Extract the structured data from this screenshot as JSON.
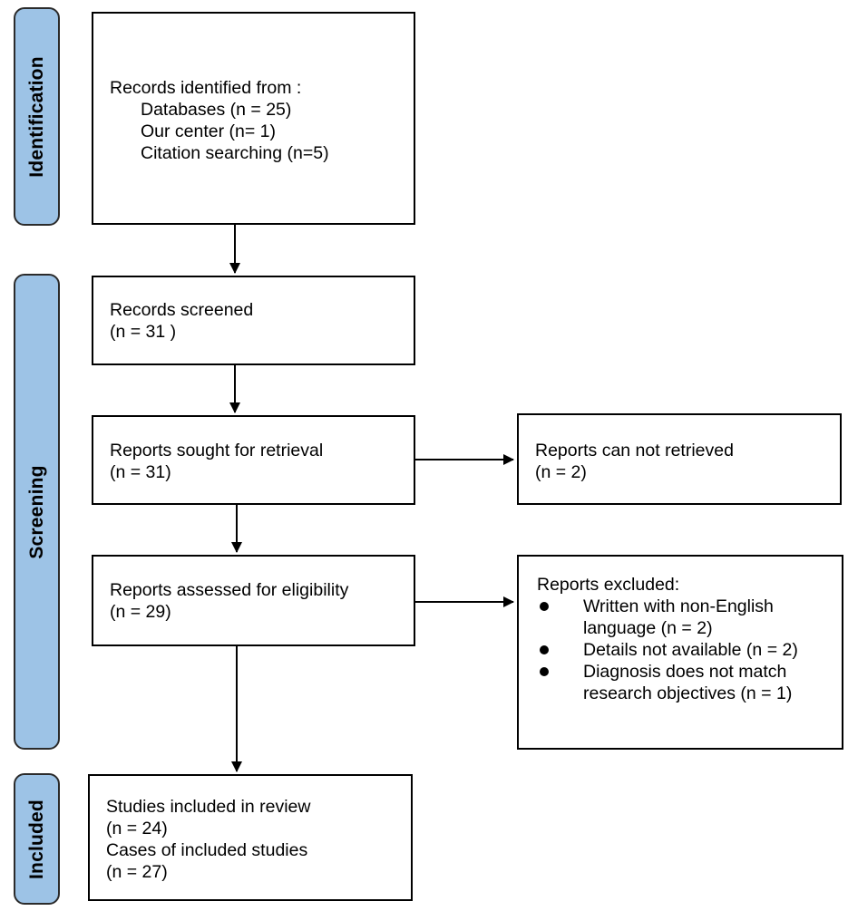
{
  "phases": {
    "identification": "Identification",
    "screening": "Screening",
    "included": "Included"
  },
  "boxes": {
    "identified": {
      "heading": "Records identified from :",
      "sources": [
        "Databases (n = 25)",
        "Our center (n= 1)",
        "Citation searching (n=5)"
      ]
    },
    "screened": {
      "line1": "Records screened",
      "line2": "(n = 31 )"
    },
    "sought": {
      "line1": "Reports sought for retrieval",
      "line2": "(n = 31)"
    },
    "not_retrieved": {
      "line1": "Reports can not retrieved",
      "line2": "(n = 2)"
    },
    "assessed": {
      "line1": "Reports assessed for eligibility",
      "line2": "(n = 29)"
    },
    "excluded": {
      "heading": "Reports excluded:",
      "reasons": [
        {
          "line1": "Written with non-English",
          "line2": "language (n = 2)"
        },
        {
          "line1": "Details not available (n = 2)",
          "line2": ""
        },
        {
          "line1": "Diagnosis does not match",
          "line2": "research objectives (n = 1)"
        }
      ]
    },
    "included": {
      "line1": "Studies included in review",
      "line2": "(n = 24)",
      "line3": "Cases of included studies",
      "line4": "(n = 27)"
    }
  },
  "colors": {
    "phase_fill": "#9dc3e6",
    "phase_border": "#2b2b2b",
    "box_border": "#000000",
    "arrow": "#000000"
  }
}
